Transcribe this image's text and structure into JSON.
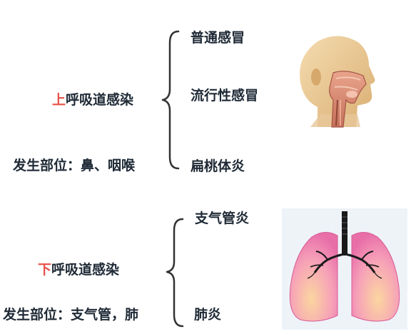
{
  "upper": {
    "highlight": "上",
    "title_rest": "呼吸道感染",
    "site": "发生部位：鼻、咽喉",
    "items": [
      "普通感冒",
      "流行性感冒",
      "扁桃体炎"
    ]
  },
  "lower": {
    "highlight": "下",
    "title_rest": "呼吸道感染",
    "site": "发生部位：支气管，肺",
    "items": [
      "支气管炎",
      "肺炎"
    ]
  },
  "colors": {
    "text": "#1f2a36",
    "highlight": "#e8504a",
    "brace": "#333333"
  },
  "icons": [
    "head-airway-illustration",
    "lungs-illustration"
  ]
}
